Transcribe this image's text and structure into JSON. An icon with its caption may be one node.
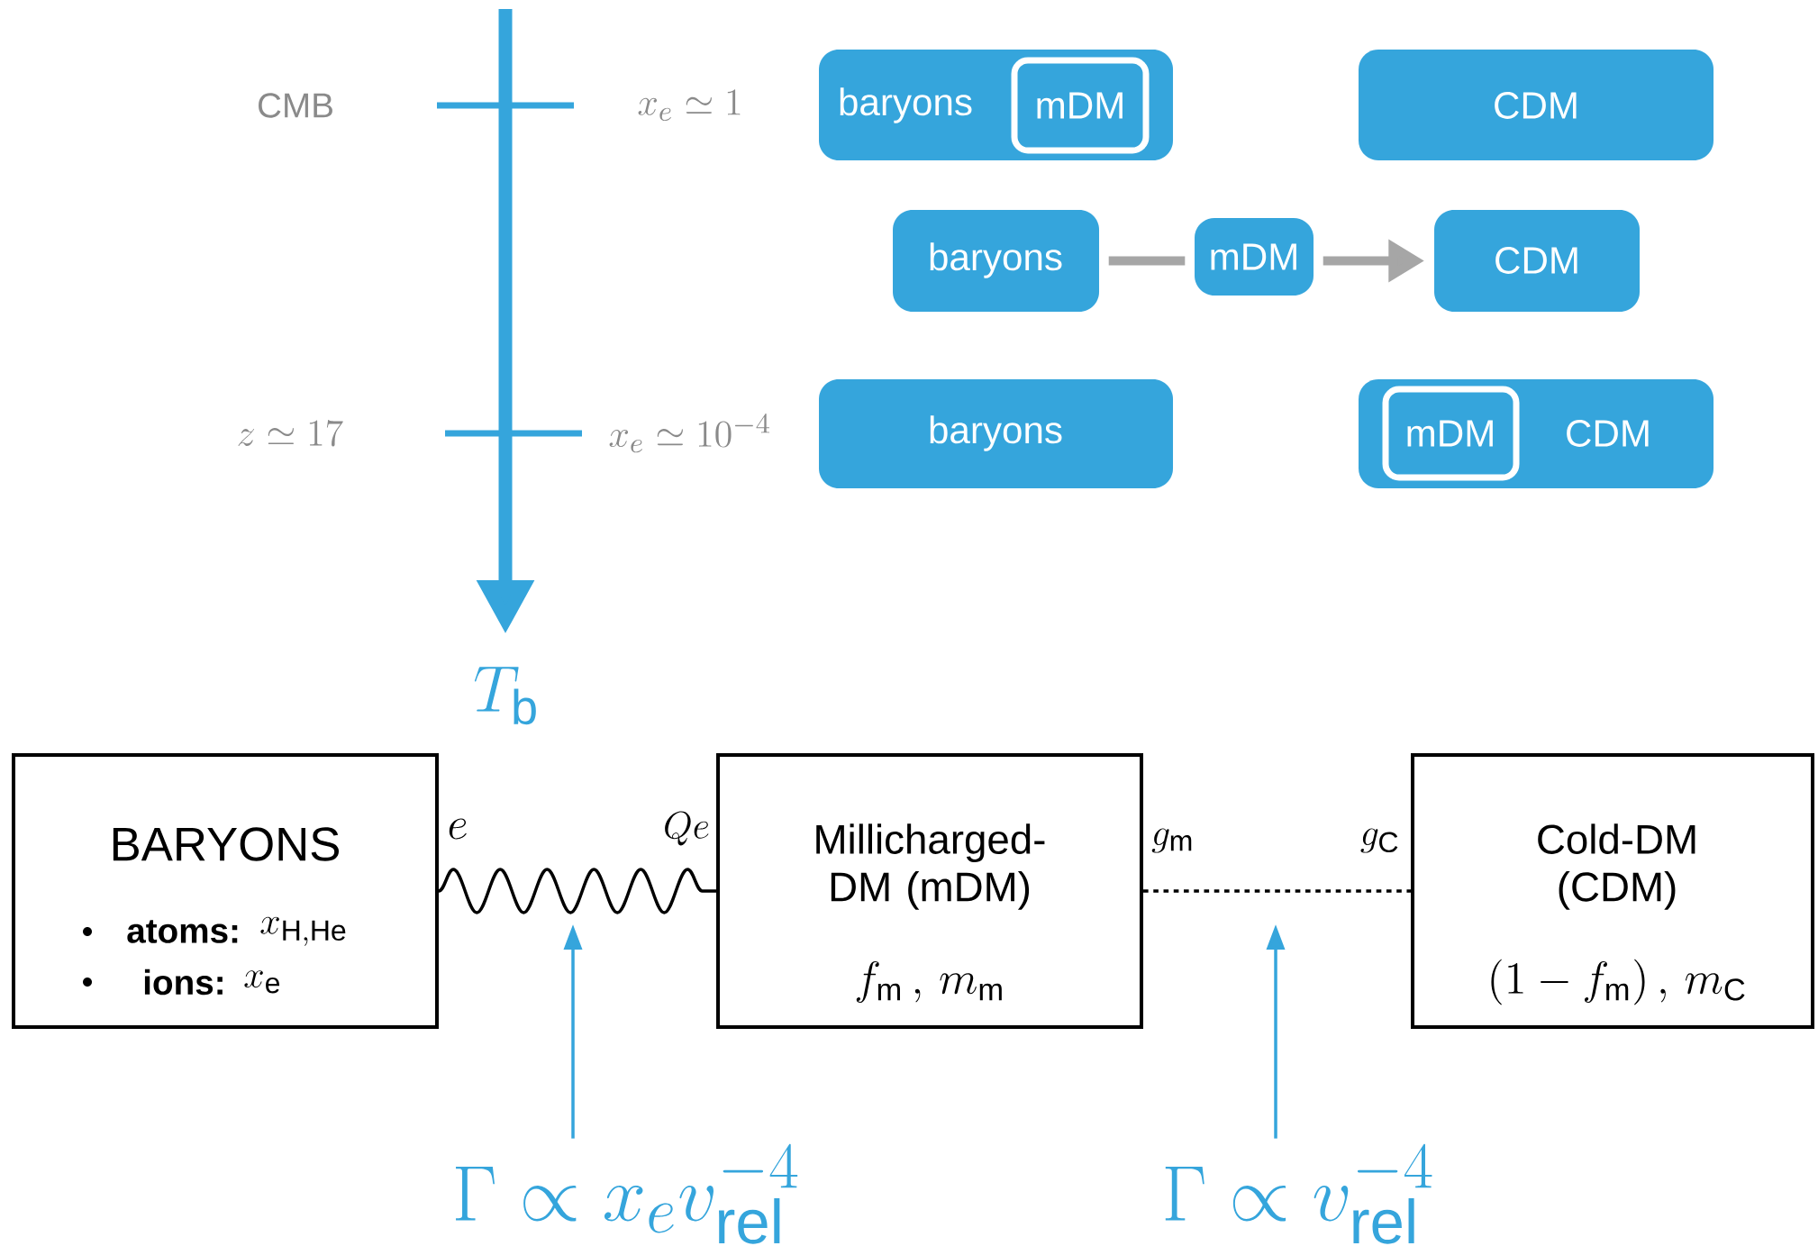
{
  "diagram": {
    "nodes": [
      {
        "text": [
          "baryons"
        ]
      },
      {
        "text": [
          "mDM"
        ],
        "in": 0
      },
      {
        "text": [
          "CDM"
        ]
      },
      {
        "text": [
          "baryons"
        ]
      },
      {
        "text": [
          "mDM"
        ]
      },
      {
        "text": [
          "CDM"
        ]
      },
      {
        "text": [
          "baryons"
        ]
      },
      {
        "text": [
          "CDM"
        ]
      },
      {
        "text": [
          "mDM"
        ],
        "in": 7
      },
      {
        "text": [
          "BARYONS",
          "atoms:",
          "x_{\\mathrm{H,He}}",
          "ions:",
          "x_{\\mathrm{e}}"
        ]
      },
      {
        "text": [
          "Millicharged-DM (mDM)",
          "f_{\\mathrm{m}}\\,,\\, m_{\\mathrm{m}}"
        ]
      },
      {
        "text": [
          "Cold-DM (CDM)",
          "(1-f_{\\mathrm{m}})\\,,\\, m_{\\mathrm{C}}"
        ]
      },
      {
        "text": [
          "\\Gamma\\propto x_e v_{\\mathrm{rel}}^{-4}"
        ]
      },
      {
        "text": [
          "\\Gamma\\propto v_{\\mathrm{rel}}^{-4}"
        ]
      },
      {
        "text": [
          "T_{\\mathrm{b}}"
        ]
      }
    ],
    "edges": [
      {
        "from": 3,
        "to": 4,
        "arrow": "none",
        "style": "thick",
        "color": "#a6a6a6"
      },
      {
        "from": 4,
        "to": 5,
        "arrow": "to",
        "style": "thick",
        "color": "#a6a6a6"
      },
      {
        "from": 9,
        "to": 10,
        "arrow": "none",
        "color": "#000000"
      },
      {
        "from": 10,
        "to": 11,
        "arrow": "none",
        "style": "dashed",
        "color": "#000000"
      },
      {
        "from": null,
        "to": 14,
        "arrow": "to",
        "style": "thick",
        "color": "#35a5dc"
      },
      {
        "from": 12,
        "to": null,
        "arrow": "to",
        "color": "#35a5dc"
      },
      {
        "from": 13,
        "to": null,
        "arrow": "to",
        "color": "#35a5dc"
      }
    ],
    "labels": [
      "CMB",
      "x_e\\simeq 1",
      "z\\simeq 17",
      "x_e\\simeq 10^{-4}",
      "e",
      "Qe",
      "g_{\\mathrm{m}}",
      "g_{\\mathrm{C}}"
    ]
  }
}
